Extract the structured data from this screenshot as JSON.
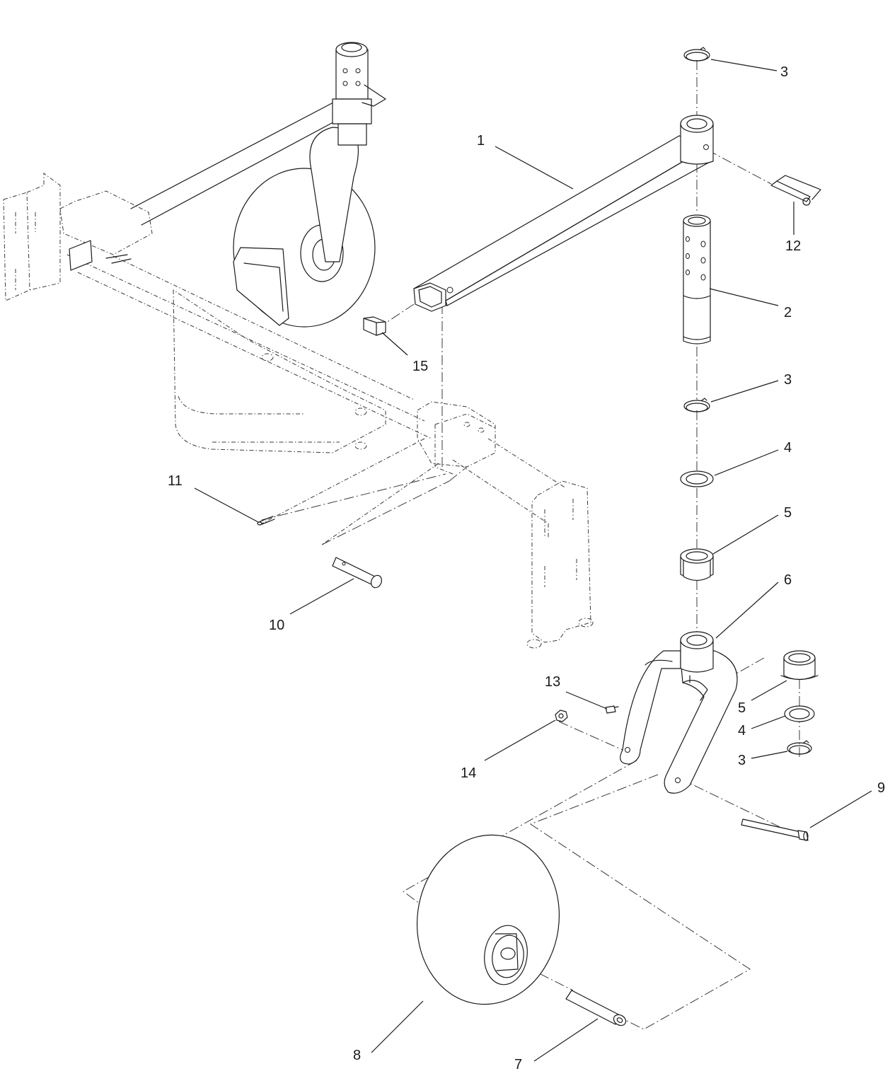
{
  "callouts": [
    {
      "id": "c1",
      "label": "1"
    },
    {
      "id": "c2",
      "label": "2"
    },
    {
      "id": "c3a",
      "label": "3"
    },
    {
      "id": "c3b",
      "label": "3"
    },
    {
      "id": "c3c",
      "label": "3"
    },
    {
      "id": "c4a",
      "label": "4"
    },
    {
      "id": "c4b",
      "label": "4"
    },
    {
      "id": "c5a",
      "label": "5"
    },
    {
      "id": "c5b",
      "label": "5"
    },
    {
      "id": "c6",
      "label": "6"
    },
    {
      "id": "c7",
      "label": "7"
    },
    {
      "id": "c8",
      "label": "8"
    },
    {
      "id": "c9",
      "label": "9"
    },
    {
      "id": "c10",
      "label": "10"
    },
    {
      "id": "c11",
      "label": "11"
    },
    {
      "id": "c12",
      "label": "12"
    },
    {
      "id": "c13",
      "label": "13"
    },
    {
      "id": "c14",
      "label": "14"
    },
    {
      "id": "c15",
      "label": "15"
    }
  ]
}
